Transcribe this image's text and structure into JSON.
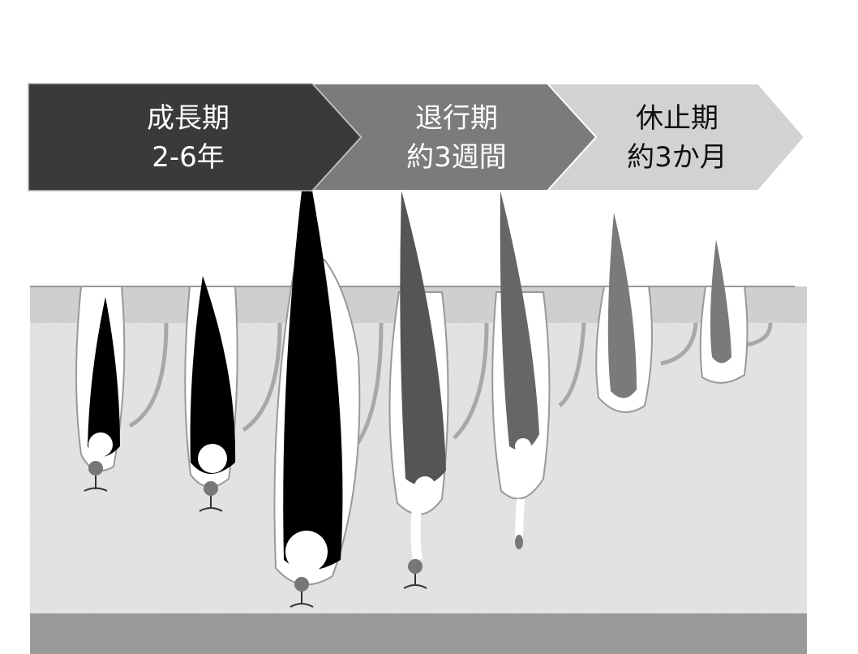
{
  "phases": [
    {
      "name": "成長期",
      "duration": "2-6年",
      "color": "#3a3a3a",
      "text_color": "#ffffff"
    },
    {
      "name": "退行期",
      "duration": "約3週間",
      "color": "#7b7b7b",
      "text_color": "#ffffff"
    },
    {
      "name": "休止期",
      "duration": "約3か月",
      "color": "#d2d2d2",
      "text_color": "#111111"
    }
  ],
  "colors": {
    "skin_surface": "#cfcfcf",
    "dermis": "#e4e4e4",
    "base": "#9a9a9a",
    "hair_anagen": "#000000",
    "hair_catagen": "#555555",
    "hair_telogen": "#7a7a7a",
    "papilla": "#777777"
  }
}
